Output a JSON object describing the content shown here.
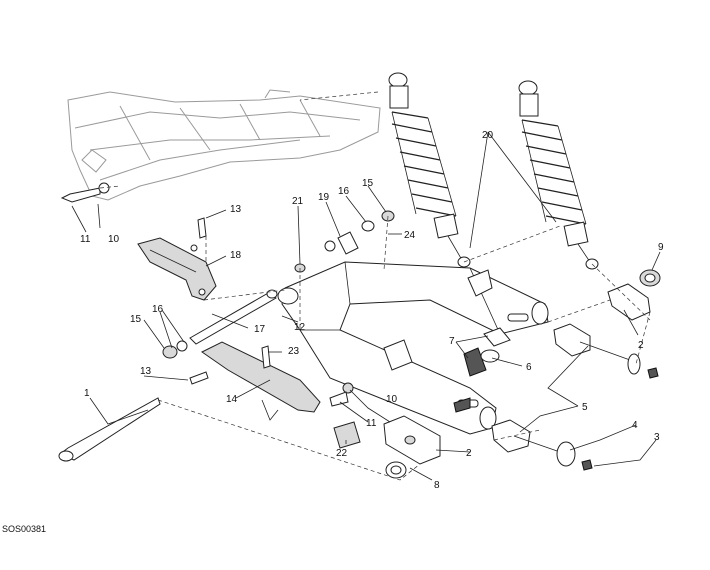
{
  "diagram": {
    "reference_code": "SOS00381",
    "callouts": [
      {
        "id": "c1",
        "text": "1"
      },
      {
        "id": "c2a",
        "text": "2"
      },
      {
        "id": "c2b",
        "text": "2"
      },
      {
        "id": "c3",
        "text": "3"
      },
      {
        "id": "c4",
        "text": "4"
      },
      {
        "id": "c5",
        "text": "5"
      },
      {
        "id": "c6",
        "text": "6"
      },
      {
        "id": "c7",
        "text": "7"
      },
      {
        "id": "c8",
        "text": "8"
      },
      {
        "id": "c9",
        "text": "9"
      },
      {
        "id": "c10a",
        "text": "10"
      },
      {
        "id": "c10b",
        "text": "10"
      },
      {
        "id": "c11a",
        "text": "11"
      },
      {
        "id": "c11b",
        "text": "11"
      },
      {
        "id": "c12",
        "text": "12"
      },
      {
        "id": "c13a",
        "text": "13"
      },
      {
        "id": "c13b",
        "text": "13"
      },
      {
        "id": "c14",
        "text": "14"
      },
      {
        "id": "c15a",
        "text": "15"
      },
      {
        "id": "c15b",
        "text": "15"
      },
      {
        "id": "c16a",
        "text": "16"
      },
      {
        "id": "c16b",
        "text": "16"
      },
      {
        "id": "c17",
        "text": "17"
      },
      {
        "id": "c18",
        "text": "18"
      },
      {
        "id": "c19",
        "text": "19"
      },
      {
        "id": "c20",
        "text": "20"
      },
      {
        "id": "c21",
        "text": "21"
      },
      {
        "id": "c22",
        "text": "22"
      },
      {
        "id": "c23",
        "text": "23"
      },
      {
        "id": "c24",
        "text": "24"
      }
    ]
  }
}
